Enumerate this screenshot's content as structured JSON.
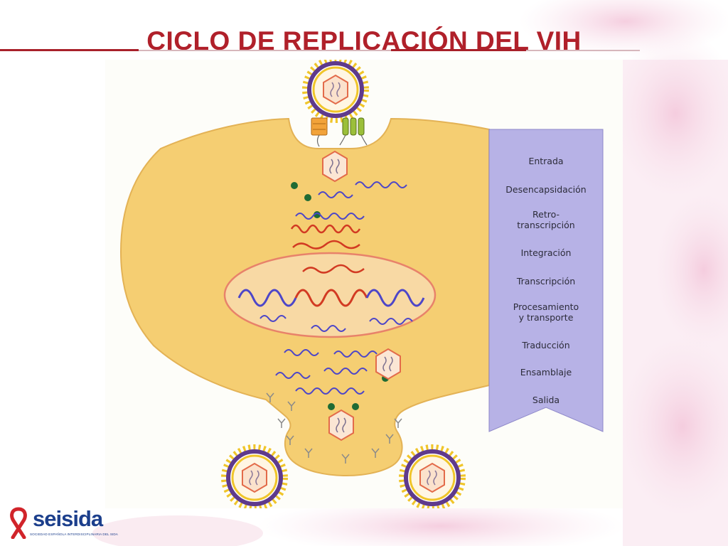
{
  "title": "CICLO DE REPLICACIÓN DEL VIH",
  "stages": [
    {
      "label": "Entrada"
    },
    {
      "label": "Desencapsidación"
    },
    {
      "label": "Retro-",
      "label2": "transcripción"
    },
    {
      "label": "Integración"
    },
    {
      "label": "Transcripción"
    },
    {
      "label": "Procesamiento",
      "label2": "y transporte"
    },
    {
      "label": "Traducción"
    },
    {
      "label": "Ensamblaje"
    },
    {
      "label": "Salida"
    }
  ],
  "logo": {
    "part1": "sei",
    "part2": "sida",
    "subtitle": "SOCIEDAD ESPAÑOLA INTERDISCIPLINARIA DEL SIDA"
  },
  "colors": {
    "title": "#b0202a",
    "cell": "#f5ce72",
    "cell_edge": "#e3b255",
    "nucleus": "#f8d9a4",
    "nucleus_edge": "#e8826a",
    "panel": "#b7b2e6",
    "rna": "#4d46c8",
    "dna": "#d23a22",
    "dot": "#1f6b34",
    "virus_ring": "#5f3a8c",
    "virus_spike": "#f0c52a",
    "ribbon": "#d1242a"
  },
  "icons": [
    "virion-icon",
    "receptor-icon",
    "capsid-icon",
    "ribbon-icon"
  ]
}
